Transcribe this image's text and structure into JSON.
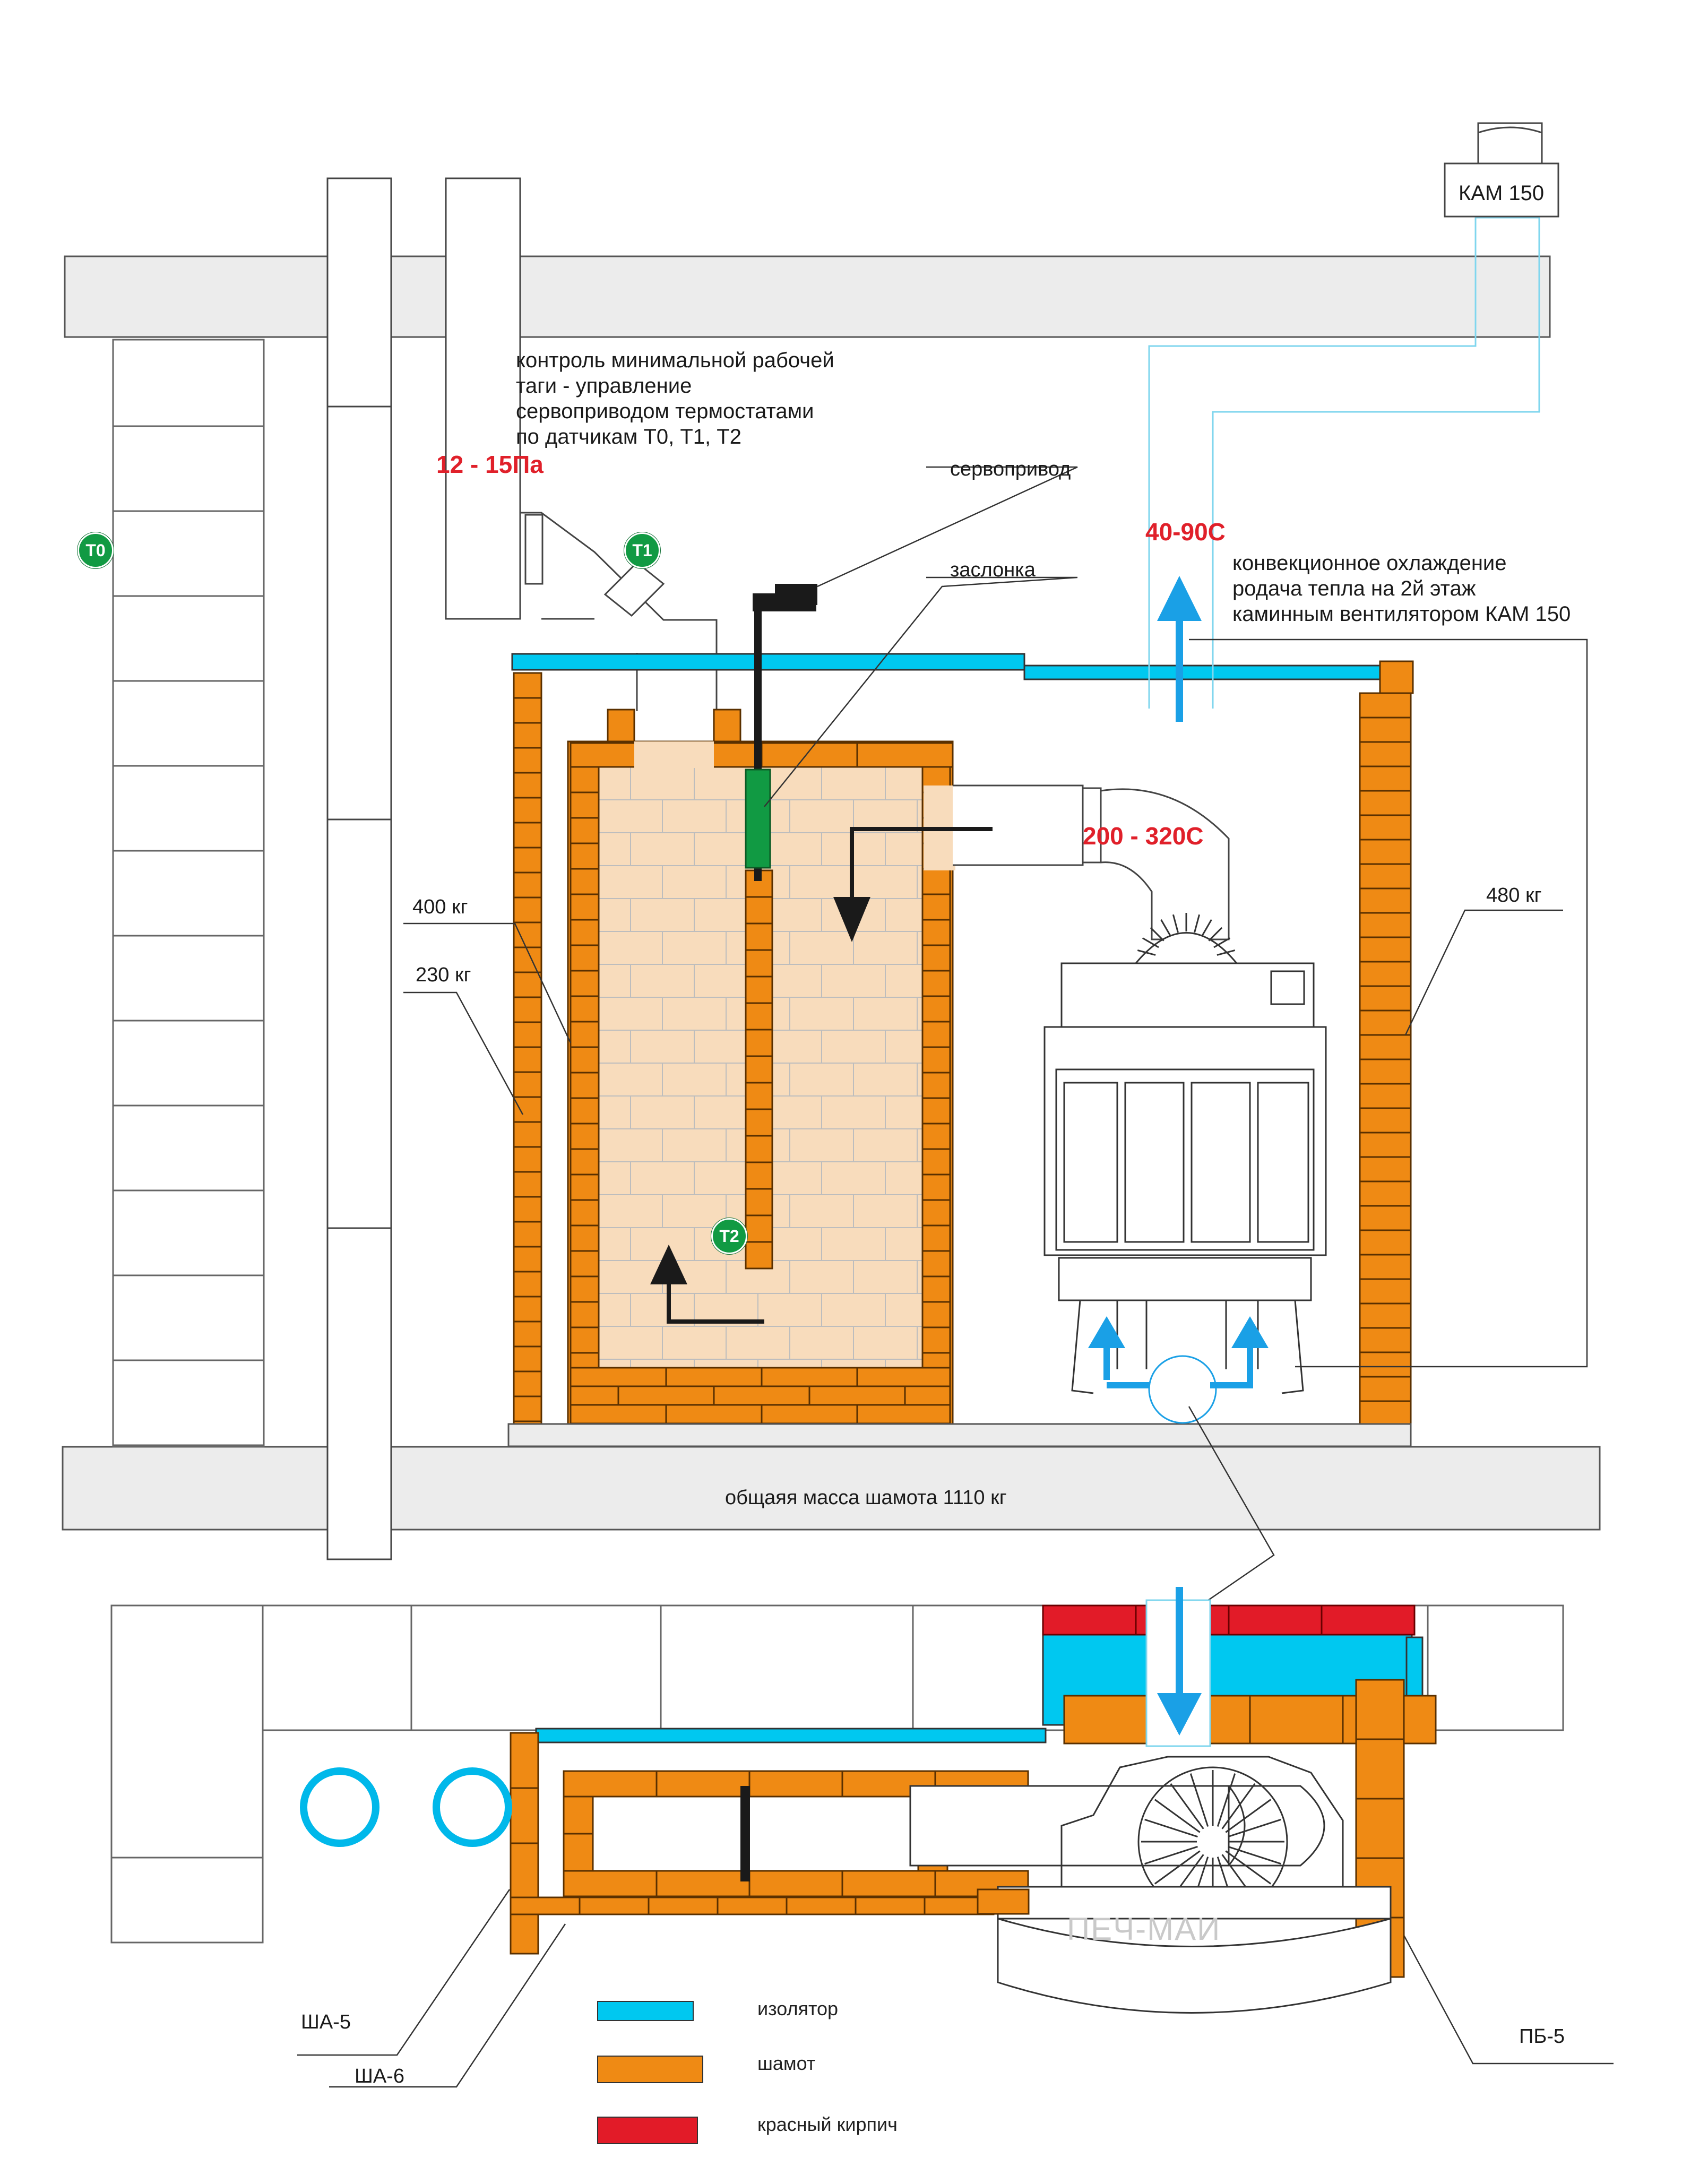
{
  "labels": {
    "kam_top": "КАМ 150",
    "control_note": [
      "контроль минимальной рабочей",
      "таги - управление",
      "сервоприводом термостатами",
      "по датчикам Т0, Т1, Т2"
    ],
    "pressure": "12 - 15Па",
    "servo": "сервопривод",
    "damper": "заслонка",
    "temp_conv": "40-90С",
    "convection_note": [
      "конвекционное охлаждение",
      "родача тепла на 2й этаж",
      "каминным вентилятором КАМ 150"
    ],
    "temp_flue": "200 - 320С",
    "mass_400": "400 кг",
    "mass_230": "230 кг",
    "mass_480": "480 кг",
    "total_mass": "общаяя масса шамота 1110 кг",
    "sha5": "ША-5",
    "sha6": "ША-6",
    "pb5": "ПБ-5",
    "watermark": "ПЕЧ-МАИ"
  },
  "sensors": {
    "t0": "Т0",
    "t1": "Т1",
    "t2": "Т2"
  },
  "legend": [
    {
      "label": "изолятор",
      "color": "#00c8f0"
    },
    {
      "label": "шамот",
      "color": "#ef8a14"
    },
    {
      "label": "красный кирпич",
      "color": "#e21b28"
    }
  ],
  "colors": {
    "fireclay": "#ef8a14",
    "fireclay_light": "#f8dcbc",
    "insulation": "#00c8f0",
    "airflow": "#1aa0e6",
    "red_brick": "#e21b28",
    "sensor": "#119a43",
    "damper": "#119a43"
  }
}
